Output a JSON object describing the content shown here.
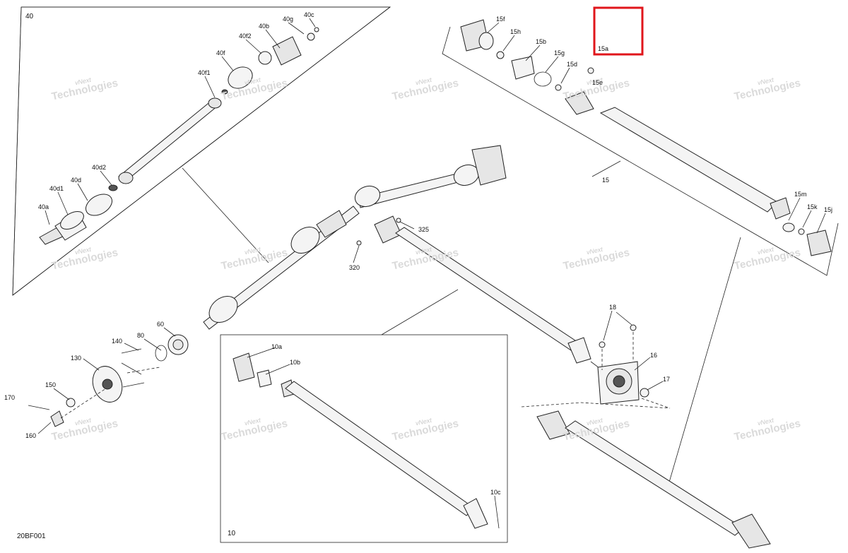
{
  "diagram": {
    "code": "20BF001",
    "sections": {
      "front_axle": "40",
      "front_shaft": "10"
    },
    "watermark": {
      "line1": "vNext",
      "line2": "Technologies"
    },
    "highlight_color": "#e0161b",
    "highlighted_part": "15a",
    "labels": {
      "p40a": "40a",
      "p40d1": "40d1",
      "p40d": "40d",
      "p40d2": "40d2",
      "p40f1": "40f1",
      "p40f": "40f",
      "p40f2": "40f2",
      "p40b": "40b",
      "p40g": "40g",
      "p40c": "40c",
      "p15f": "15f",
      "p15h": "15h",
      "p15b": "15b",
      "p15g": "15g",
      "p15d": "15d",
      "p15a": "15a",
      "p15e": "15e",
      "p15": "15",
      "p15m": "15m",
      "p15k": "15k",
      "p15j": "15j",
      "p325": "325",
      "p320": "320",
      "p140": "140",
      "p80": "80",
      "p60": "60",
      "p130": "130",
      "p150": "150",
      "p170": "170",
      "p160": "160",
      "p10a": "10a",
      "p10b": "10b",
      "p10c": "10c",
      "p18": "18",
      "p16": "16",
      "p17": "17"
    }
  }
}
